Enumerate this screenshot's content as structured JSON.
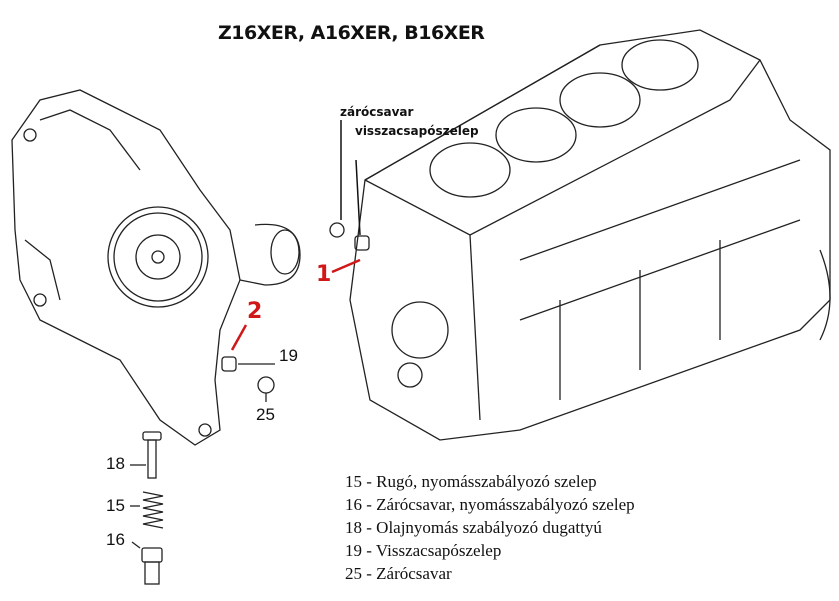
{
  "title": "Z16XER, A16XER, B16XER",
  "callouts": {
    "plug": "zárócsavar",
    "check_valve": "visszacsapószelep"
  },
  "markers": {
    "one": "1",
    "two": "2"
  },
  "part_numbers": {
    "p19": "19",
    "p25": "25",
    "p18": "18",
    "p15": "15",
    "p16": "16"
  },
  "legend": [
    "15 - Rugó, nyomásszabályozó szelep",
    "16 - Zárócsavar, nyomásszabályozó szelep",
    "18 - Olajnyomás szabályozó dugattyú",
    "19 - Visszacsapószelep",
    "25 - Zárócsavar"
  ],
  "colors": {
    "marker": "#d01818",
    "line": "#222222"
  }
}
